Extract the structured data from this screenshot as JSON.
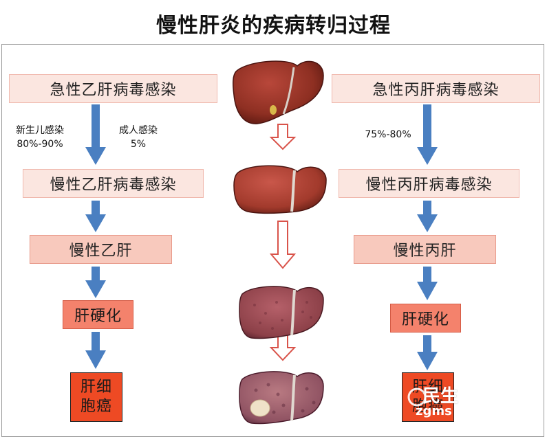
{
  "title": "慢性肝炎的疾病转归过程",
  "left": {
    "stage1": "急性乙肝病毒感染",
    "label_newborn": "新生儿感染",
    "label_newborn_pct": "80%-90%",
    "label_adult": "成人感染",
    "label_adult_pct": "5%",
    "stage2": "慢性乙肝病毒感染",
    "stage3": "慢性乙肝",
    "stage4": "肝硬化",
    "stage5_line1": "肝细",
    "stage5_line2": "胞癌"
  },
  "right": {
    "stage1": "急性丙肝病毒感染",
    "label_pct": "75%-80%",
    "stage2": "慢性丙肝病毒感染",
    "stage3": "慢性丙肝",
    "stage4": "肝硬化",
    "stage5_line1": "肝细",
    "stage5_line2": "胞癌"
  },
  "watermark": {
    "text": "民生",
    "sub": "zgms"
  },
  "colors": {
    "arrow_blue": "#4a7fc1",
    "level1": "#fbe6e0",
    "level2": "#f8c9bd",
    "level3": "#f4826c",
    "level4": "#ee4a24",
    "liver_dark": "#8e2f22"
  }
}
